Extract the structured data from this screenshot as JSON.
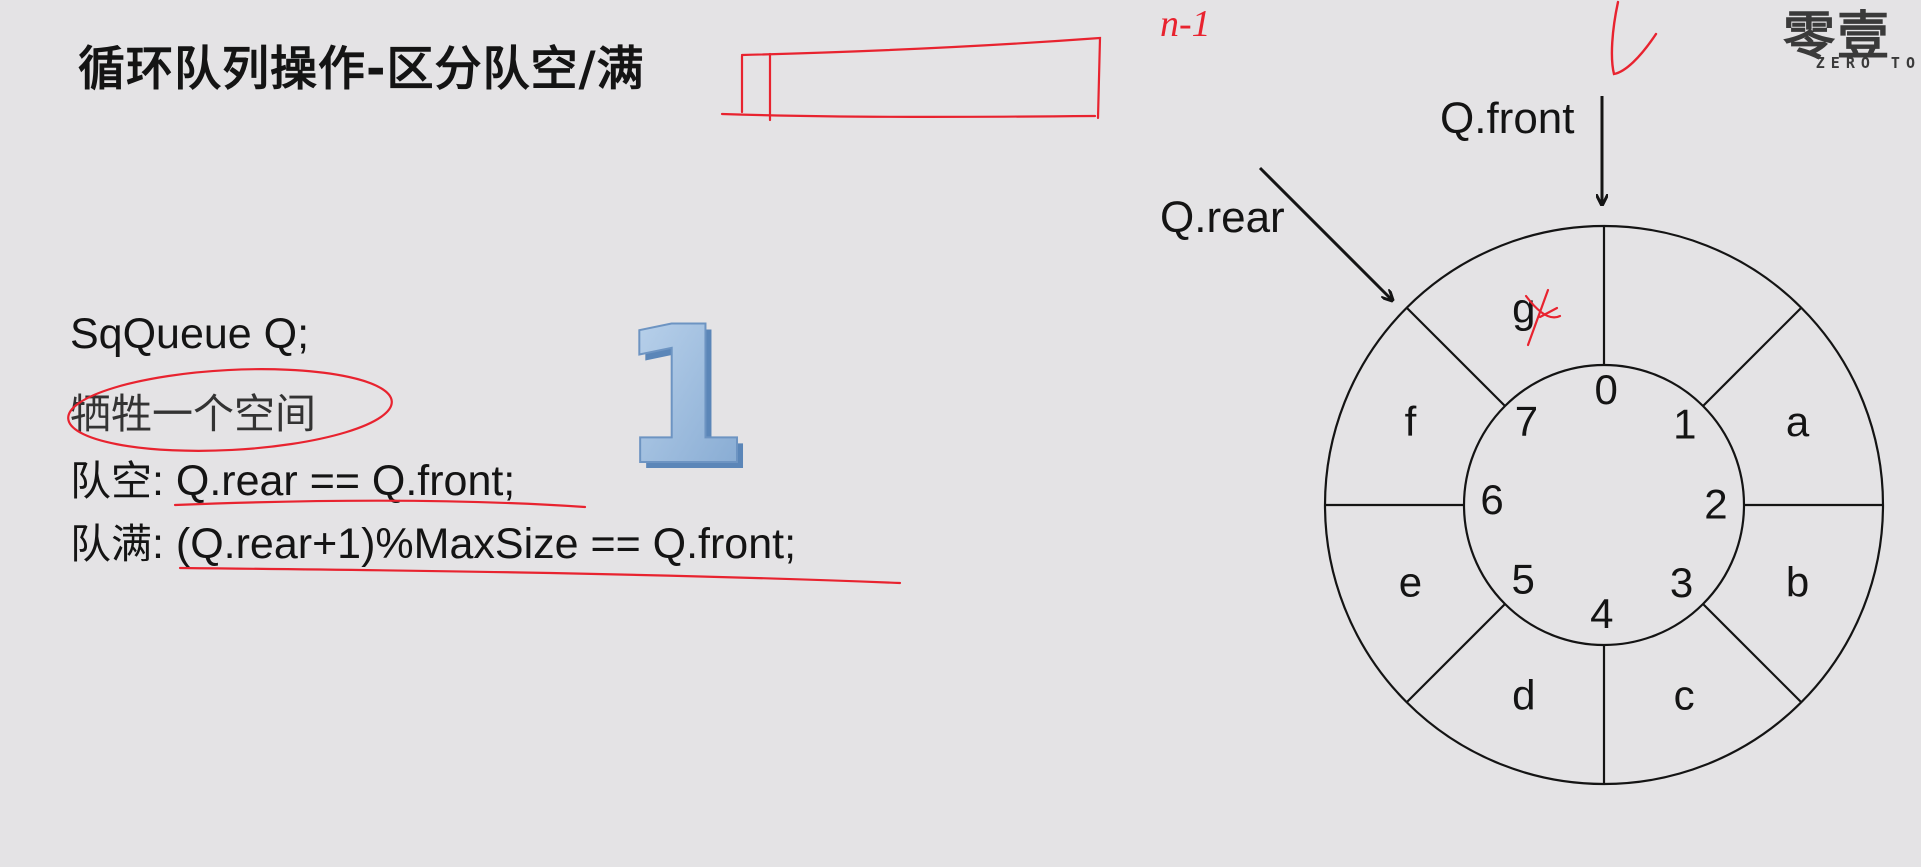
{
  "title": "循环队列操作-区分队空/满",
  "code": {
    "decl": "SqQueue Q;",
    "sacrifice": "牺牲一个空间",
    "empty_label": "队空",
    "empty_expr": ": Q.rear == Q.front;",
    "full_label": "队满",
    "full_expr": ": (Q.rear+1)%MaxSize == Q.front;"
  },
  "big_digit": "1",
  "logo": {
    "chars": "零壹",
    "sub": "ZERO TO"
  },
  "handwriting": {
    "n_minus_1": "n-1"
  },
  "diagram": {
    "front_label": "Q.front",
    "rear_label": "Q.rear",
    "indices": [
      "0",
      "1",
      "2",
      "3",
      "4",
      "5",
      "6",
      "7"
    ],
    "elements": [
      "",
      "a",
      "b",
      "c",
      "d",
      "e",
      "f",
      "g"
    ]
  },
  "colors": {
    "ink": "#141414",
    "pen": "#e8232f",
    "digit_fill": "#8fb3da",
    "digit_edge": "#5b86b8",
    "background": "#e4e3e5"
  }
}
